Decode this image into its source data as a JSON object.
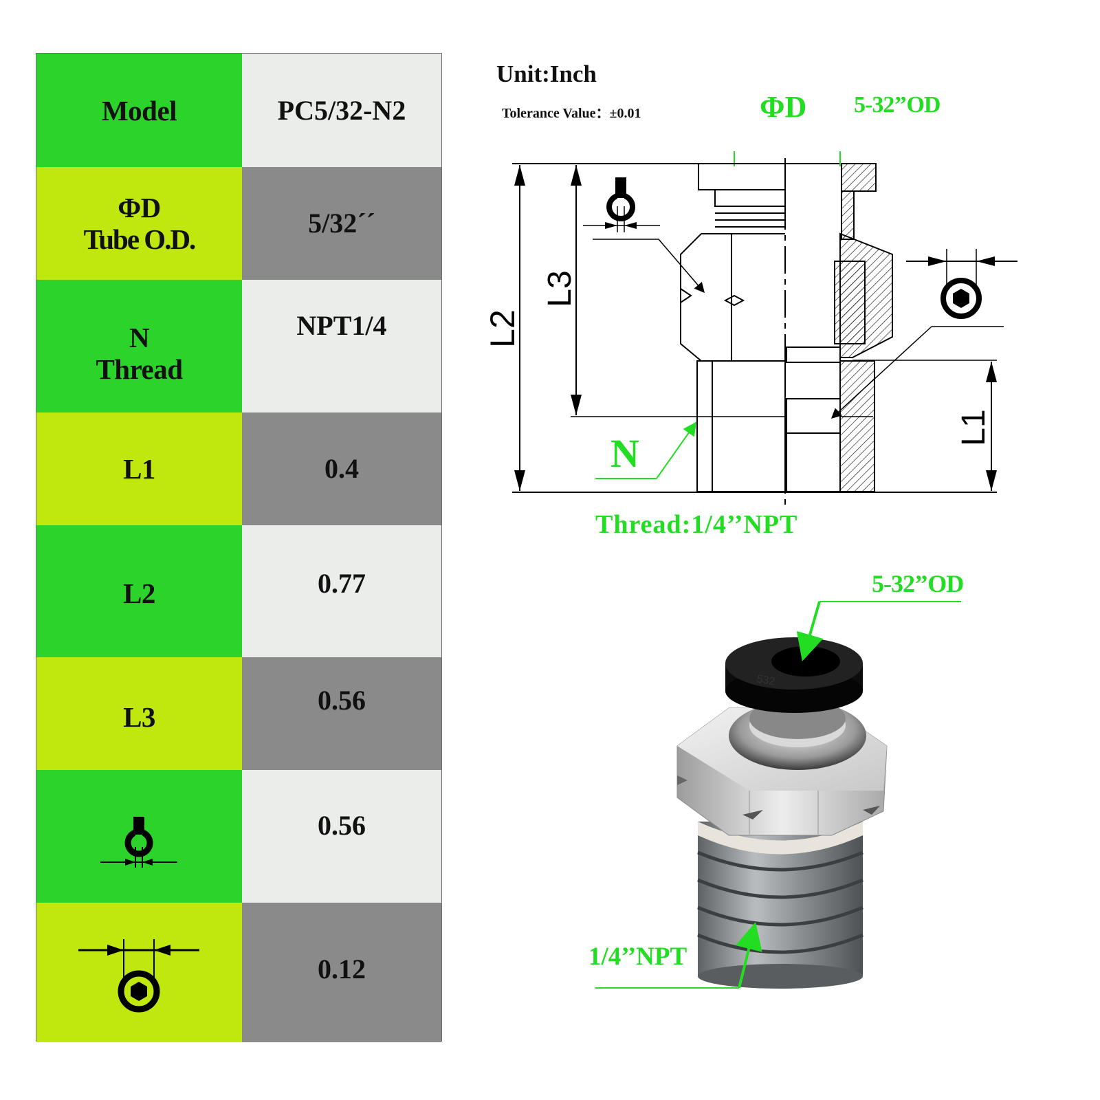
{
  "colors": {
    "green": "#2bd32b",
    "lime": "#c0e80f",
    "light_gray": "#ebedeb",
    "dark_gray": "#8a8a8a",
    "accent_green": "#22dd22"
  },
  "table": {
    "rows": [
      {
        "label_lines": [
          "Model"
        ],
        "value": "PC5/32-N2"
      },
      {
        "label_lines": [
          "ΦD",
          "Tube O.D."
        ],
        "value": "5/32´´"
      },
      {
        "label_lines": [
          "N",
          "Thread"
        ],
        "value": "NPT1/4"
      },
      {
        "label_lines": [
          "L1"
        ],
        "value": "0.4"
      },
      {
        "label_lines": [
          "L2"
        ],
        "value": "0.77"
      },
      {
        "label_lines": [
          "L3"
        ],
        "value": "0.56"
      },
      {
        "label_lines": [],
        "icon": "wrench-width-icon",
        "value": "0.56"
      },
      {
        "label_lines": [],
        "icon": "hex-socket-icon",
        "value": "0.12"
      }
    ]
  },
  "drawing": {
    "unit": "Unit:Inch",
    "tolerance": "Tolerance Value：±0.01",
    "phi_d": "ΦD",
    "tube_od": "5-32’’OD",
    "dim_l1": "L1",
    "dim_l2": "L2",
    "dim_l3": "L3",
    "n_label": "N",
    "thread": "Thread:1/4’’NPT"
  },
  "photo": {
    "tube_od": "5-32’’OD",
    "thread": "1/4’’NPT",
    "marking": "532"
  }
}
